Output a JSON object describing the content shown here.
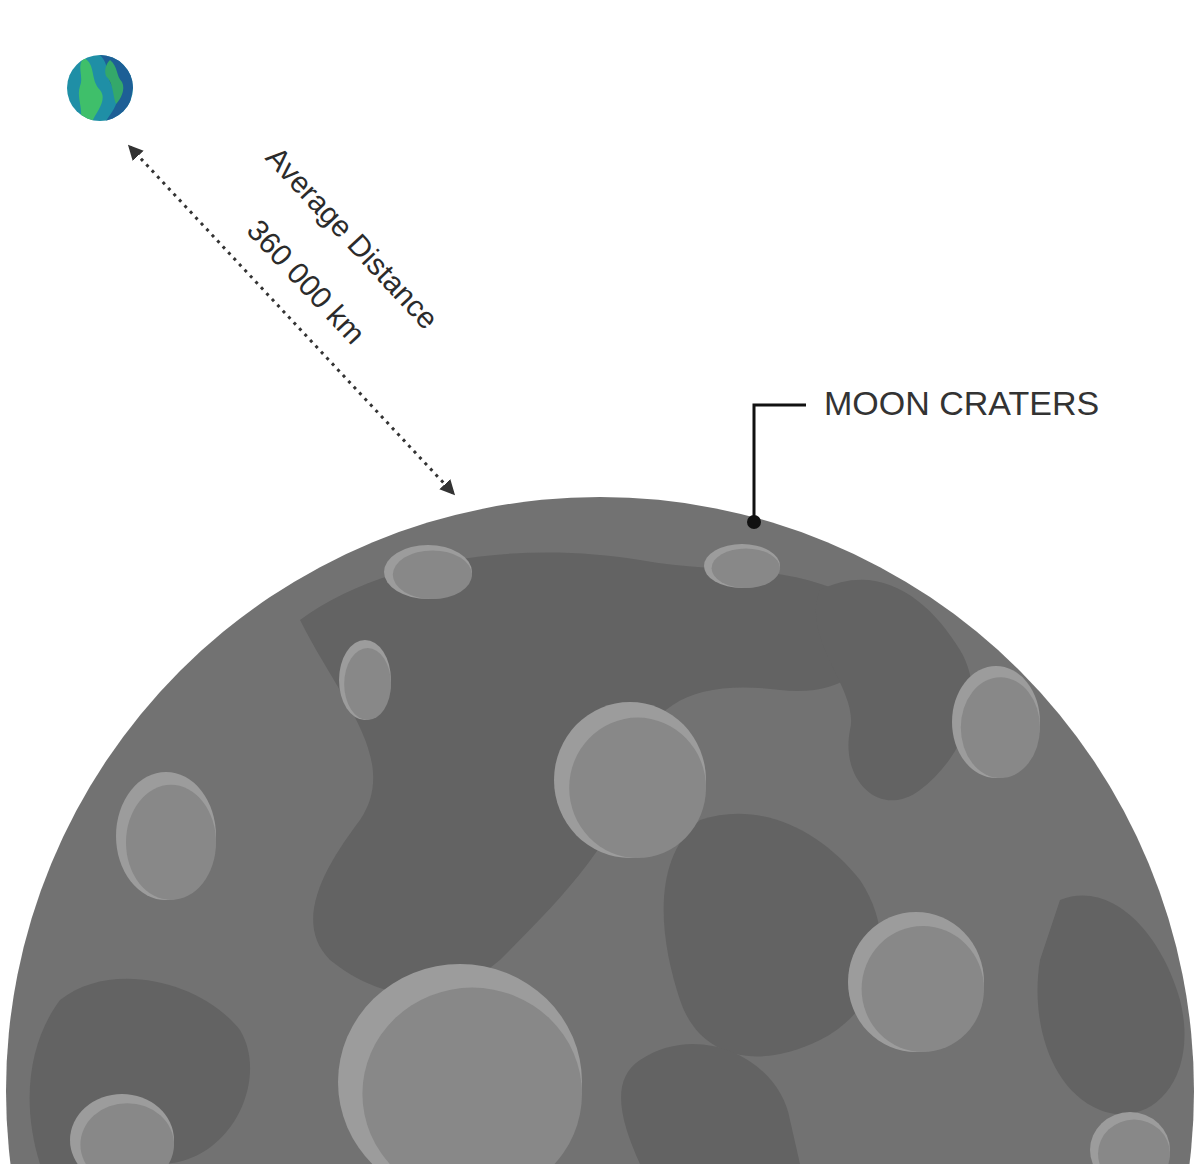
{
  "diagram": {
    "labels": [
      "Average Distance",
      "360 000 km",
      "MOON CRATERS"
    ]
  }
}
